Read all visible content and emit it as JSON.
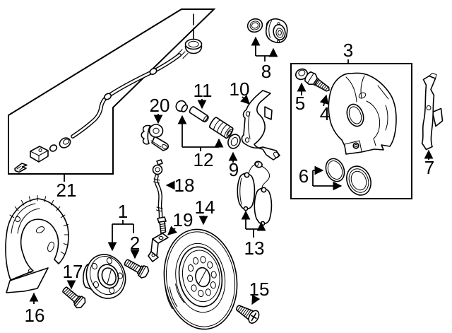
{
  "figure": {
    "kind": "exploded-parts-line-diagram",
    "colors": {
      "background": "#ffffff",
      "line": "#000000",
      "label": "#000000"
    }
  },
  "callouts": [
    {
      "number": "1"
    },
    {
      "number": "2"
    },
    {
      "number": "3"
    },
    {
      "number": "4"
    },
    {
      "number": "5"
    },
    {
      "number": "6"
    },
    {
      "number": "7"
    },
    {
      "number": "8"
    },
    {
      "number": "9"
    },
    {
      "number": "10"
    },
    {
      "number": "11"
    },
    {
      "number": "12"
    },
    {
      "number": "13"
    },
    {
      "number": "14"
    },
    {
      "number": "15"
    },
    {
      "number": "16"
    },
    {
      "number": "17"
    },
    {
      "number": "18"
    },
    {
      "number": "19"
    },
    {
      "number": "20"
    },
    {
      "number": "21"
    }
  ]
}
